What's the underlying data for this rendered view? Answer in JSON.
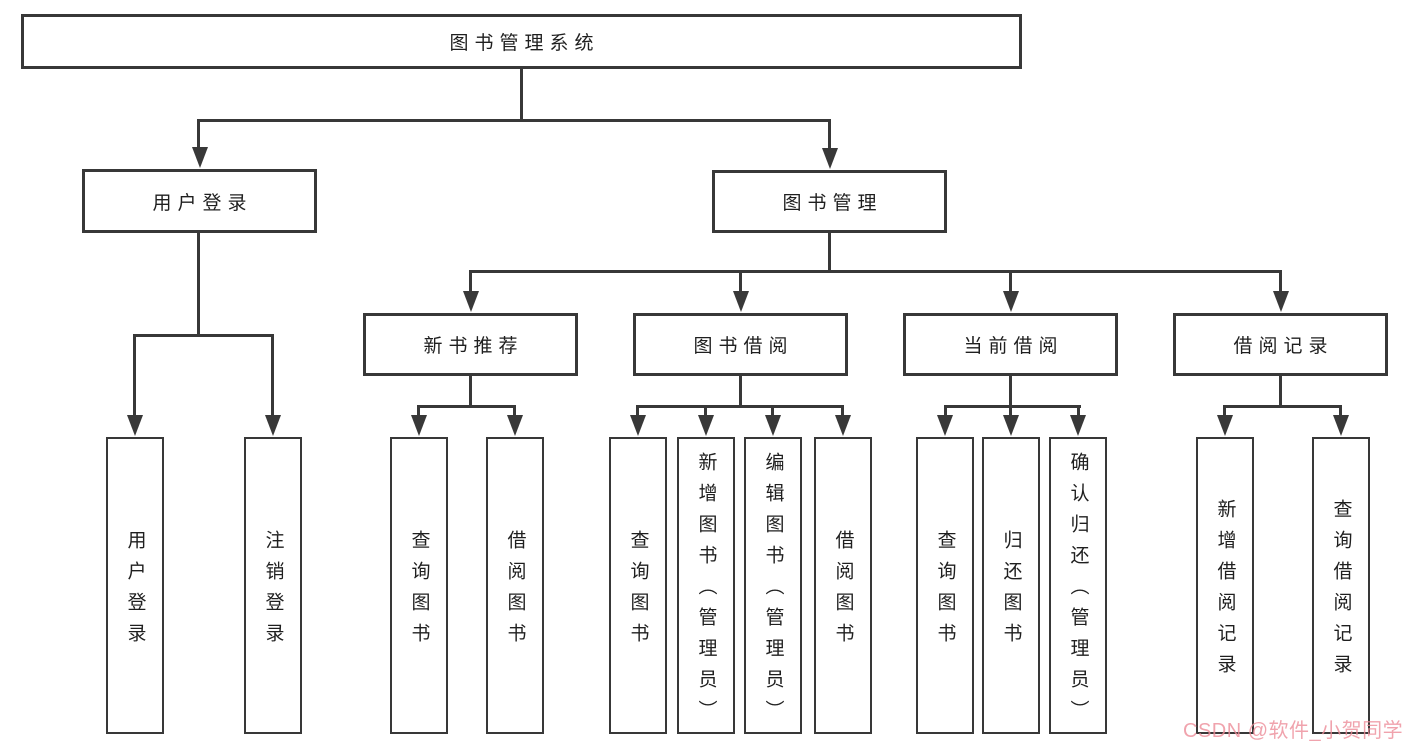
{
  "colors": {
    "line": "#383838",
    "text": "#1f1f1f",
    "canvas": "#ffffff",
    "watermark": "#ed8d99"
  },
  "watermark": {
    "text": "CSDN @软件_小贺同学"
  },
  "tree": {
    "root": {
      "label": "图书管理系统"
    },
    "branches": [
      {
        "label": "用户登录",
        "children": [
          {
            "label": "用户登录"
          },
          {
            "label": "注销登录"
          }
        ]
      },
      {
        "label": "图书管理",
        "children": [
          {
            "label": "新书推荐",
            "children": [
              {
                "label": "查询图书"
              },
              {
                "label": "借阅图书"
              }
            ]
          },
          {
            "label": "图书借阅",
            "children": [
              {
                "label": "查询图书"
              },
              {
                "label": "新增图书（管理员）"
              },
              {
                "label": "编辑图书（管理员）"
              },
              {
                "label": "借阅图书"
              }
            ]
          },
          {
            "label": "当前借阅",
            "children": [
              {
                "label": "查询图书"
              },
              {
                "label": "归还图书"
              },
              {
                "label": "确认归还（管理员）"
              }
            ]
          },
          {
            "label": "借阅记录",
            "children": [
              {
                "label": "新增借阅记录"
              },
              {
                "label": "查询借阅记录"
              }
            ]
          }
        ]
      }
    ]
  }
}
